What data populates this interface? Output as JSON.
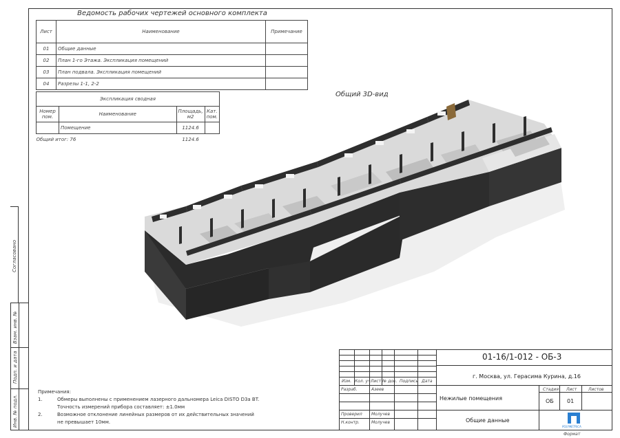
{
  "vedomost": {
    "title": "Ведомость рабочих чертежей основного комплекта",
    "headers": {
      "list": "Лист",
      "name": "Наименование",
      "note": "Примечание"
    },
    "rows": [
      {
        "list": "01",
        "name": "Общие данные",
        "note": ""
      },
      {
        "list": "02",
        "name": "План 1-го Этажа. Экспликация помещений",
        "note": ""
      },
      {
        "list": "03",
        "name": "План подвала. Экспликация помещений",
        "note": ""
      },
      {
        "list": "04",
        "name": "Разрезы 1-1, 2-2",
        "note": ""
      }
    ]
  },
  "explication": {
    "title": "Экспликация сводная",
    "headers": {
      "num": "Номер пом.",
      "name": "Наименование",
      "area": "Площадь, м2",
      "cat": "Кат. пом."
    },
    "rows": [
      {
        "num": "",
        "name": "Помещение",
        "area": "1124.6",
        "cat": ""
      }
    ],
    "total_label": "Общий итог: 76",
    "total_area": "1124.6"
  },
  "view_label": "Общий 3D-вид",
  "side_strip": {
    "agreed": "Согласовано",
    "inv_zam": "Взам. инв. №",
    "podp_data": "Подп. и дата",
    "inv_podl": "Инв. № подл."
  },
  "notes": {
    "title": "Примечания:",
    "items": [
      {
        "num": "1.",
        "text": "Обмеры выполнены с применением лазерного дальномера Leica DISTO D3a BT."
      },
      {
        "num": "",
        "text": "Точность измерений прибора составляет: ±1.0мм"
      },
      {
        "num": "2.",
        "text": "Возможное отклонение линейных размеров от их действительных значений"
      },
      {
        "num": "",
        "text": "не превышает 10мм."
      }
    ]
  },
  "stamp": {
    "code": "01-16/1-012 - ОБ-3",
    "address": "г. Москва, ул. Герасима Курина, д.16",
    "object": "Нежилые помещения",
    "sheet_name": "Общие данные",
    "col_headers": {
      "izm": "Изм.",
      "kol": "Кол. уч.",
      "list": "Лист",
      "ndok": "№ док.",
      "podp": "Подпись",
      "data": "Дата"
    },
    "roles": [
      {
        "role": "Разраб.",
        "name": "Азеев"
      },
      {
        "role": "Проверил",
        "name": "Молучев"
      },
      {
        "role": "Н.контр.",
        "name": "Молучев"
      }
    ],
    "stage_header": "Стадия",
    "sheet_header": "Лист",
    "sheets_header": "Листов",
    "stage": "ОБ",
    "sheet": "01",
    "sheets": "",
    "logo_text": "POLYMETRICA",
    "format": "Формат"
  },
  "colors": {
    "wall_dark": "#2b2b2b",
    "wall_top": "#e4e4e4",
    "floor": "#d4d4d4",
    "shadow": "#ececec",
    "logo": "#2a7fd1"
  }
}
